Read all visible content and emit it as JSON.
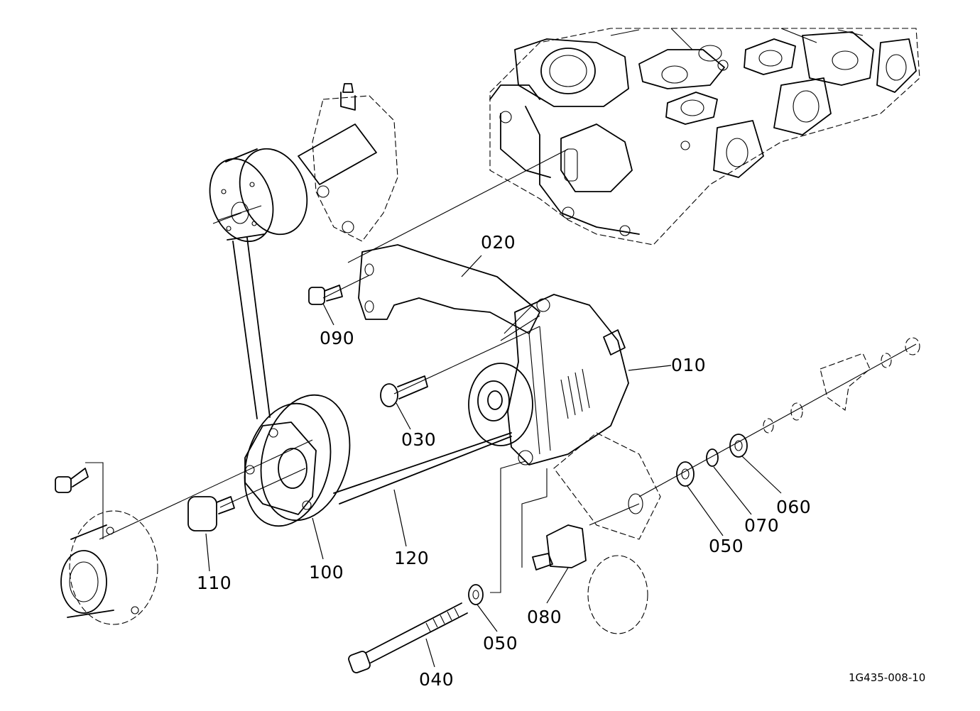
{
  "diagram": {
    "drawing_code": "1G435-008-10",
    "callouts": [
      {
        "id": "010",
        "text": "010"
      },
      {
        "id": "020",
        "text": "020"
      },
      {
        "id": "030",
        "text": "030"
      },
      {
        "id": "040",
        "text": "040"
      },
      {
        "id": "050a",
        "text": "050"
      },
      {
        "id": "050b",
        "text": "050"
      },
      {
        "id": "060",
        "text": "060"
      },
      {
        "id": "070",
        "text": "070"
      },
      {
        "id": "080",
        "text": "080"
      },
      {
        "id": "090",
        "text": "090"
      },
      {
        "id": "100",
        "text": "100"
      },
      {
        "id": "110",
        "text": "110"
      },
      {
        "id": "120",
        "text": "120"
      }
    ]
  }
}
